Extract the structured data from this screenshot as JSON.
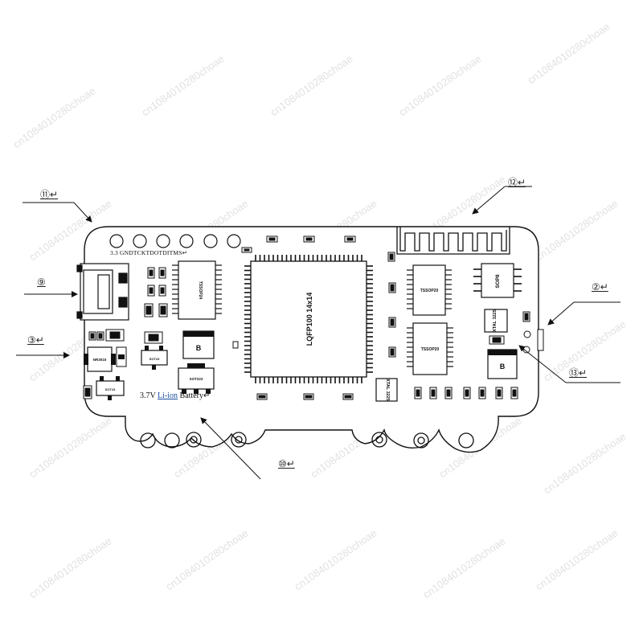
{
  "callouts": {
    "c11": "⑪↵",
    "c12": "⑫↵",
    "c2": "②↵",
    "c9": "⑨",
    "c3": "③↵",
    "c13": "⑬↵",
    "c10": "⑩↵"
  },
  "labels": {
    "pins": "3.3  GNDTCKTDOTDITMS↵",
    "battery_prefix": "3.7V  ",
    "battery_liion": "Li-ion",
    "battery_suffix": "  Battery↵"
  },
  "chips": {
    "mcu": "LQFP100 14x14",
    "tssop_left": "TSSOP24",
    "tssop_right_top": "TSSOP20",
    "tssop_right_bottom": "TSSOP20",
    "sop8": "SOP8",
    "xtal_right": "XTAL 3225",
    "xtal_bottom": "XTAL 3225",
    "b_left": "B",
    "b_right": "B",
    "sot_left": "SOT23",
    "sot_bottom": "SOT23",
    "regulator": "SOT223",
    "inductor": "NR3015"
  },
  "watermark": "cn1084010280choae"
}
